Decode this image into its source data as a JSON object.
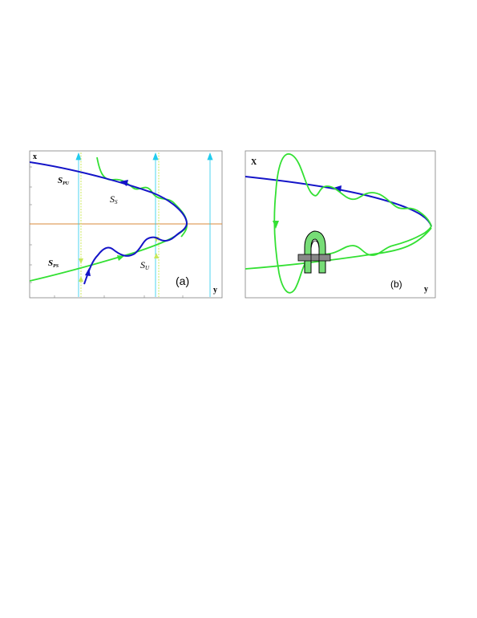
{
  "panel_a": {
    "axis_x": "x",
    "axis_y": "y",
    "tag": "(a)",
    "label_spu_main": "S",
    "label_spu_sub": "PU",
    "label_ss_main": "S",
    "label_ss_sub": "S",
    "label_sps_main": "S",
    "label_sps_sub": "PS",
    "label_su_main": "S",
    "label_su_sub": "U"
  },
  "panel_b": {
    "axis_x": "X",
    "axis_y": "y",
    "tag": "(b)"
  },
  "colors": {
    "blue": "#1414c8",
    "green": "#33e033",
    "cyan": "#22ccee",
    "orange": "#d98a3a",
    "yellow_green": "#c8e85a",
    "box_border": "#808080",
    "gray_bar": "#888888"
  }
}
